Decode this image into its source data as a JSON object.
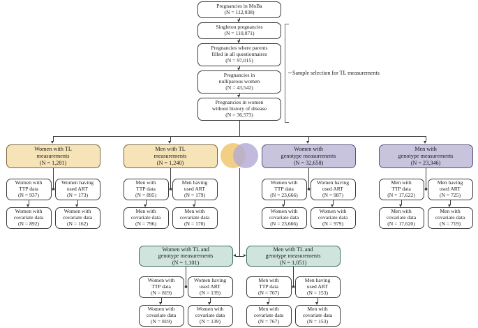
{
  "figure": {
    "type": "flowchart",
    "annotation": "Sample selection for TL measurements"
  },
  "pipeline": [
    {
      "lines": [
        "Pregnancies in MoBa",
        "(N = 112,038)"
      ]
    },
    {
      "lines": [
        "Singleton pregnancies",
        "(N = 110,071)"
      ]
    },
    {
      "lines": [
        "Pregnancies where parents",
        "filled in all questionnaires",
        "(N = 97,015)"
      ]
    },
    {
      "lines": [
        "Pregnancies in",
        "nulliparous women",
        "(N = 43,542)"
      ]
    },
    {
      "lines": [
        "Pregnancies in women",
        "without history of disease",
        "(N = 36,573)"
      ]
    }
  ],
  "groups": [
    {
      "id": "women-tl",
      "color": "tl",
      "header": [
        "Women with TL",
        "measurements",
        "(N = 1,281)"
      ],
      "ttp": [
        "Women with",
        "TTP data",
        "(N = 937)"
      ],
      "art": [
        "Women having",
        "used ART",
        "(N = 173)"
      ],
      "ttp_cov": [
        "Women with",
        "covariate data",
        "(N = 892)"
      ],
      "art_cov": [
        "Women with",
        "covariate data",
        "(N = 162)"
      ]
    },
    {
      "id": "men-tl",
      "color": "tl",
      "header": [
        "Men with TL",
        "measurements",
        "(N = 1,240)"
      ],
      "ttp": [
        "Men with",
        "TTP data",
        "(N = 895)"
      ],
      "art": [
        "Men having",
        "used ART",
        "(N = 179)"
      ],
      "ttp_cov": [
        "Men with",
        "covariate data",
        "(N = 796)"
      ],
      "art_cov": [
        "Men with",
        "covariate data",
        "(N = 170)"
      ]
    },
    {
      "id": "women-genotype",
      "color": "genotype",
      "header": [
        "Women with",
        "genotype measurements",
        "(N = 32,658)"
      ],
      "ttp": [
        "Women with",
        "TTP data",
        "(N = 23,666)"
      ],
      "art": [
        "Women having",
        "used ART",
        "(N = 987)"
      ],
      "ttp_cov": [
        "Women with",
        "covariate data",
        "(N = 23,666)"
      ],
      "art_cov": [
        "Women with",
        "covariate data",
        "(N = 979)"
      ]
    },
    {
      "id": "men-genotype",
      "color": "genotype",
      "header": [
        "Men with",
        "genotype measurements",
        "(N = 23,346)"
      ],
      "ttp": [
        "Men with",
        "TTP data",
        "(N = 17,622)"
      ],
      "art": [
        "Men having",
        "used ART",
        "(N = 725)"
      ],
      "ttp_cov": [
        "Men with",
        "covariate data",
        "(N = 17,620)"
      ],
      "art_cov": [
        "Men with",
        "covariate data",
        "(N = 719)"
      ]
    },
    {
      "id": "women-both",
      "color": "both",
      "header": [
        "Women with TL and",
        "genotype measurements",
        "(N = 1,101)"
      ],
      "ttp": [
        "Women with",
        "TTP data",
        "(N = 819)"
      ],
      "art": [
        "Women having",
        "used ART",
        "(N = 139)"
      ],
      "ttp_cov": [
        "Women with",
        "covariate data",
        "(N = 819)"
      ],
      "art_cov": [
        "Women with",
        "covariate data",
        "(N = 139)"
      ]
    },
    {
      "id": "men-both",
      "color": "both",
      "header": [
        "Men with TL and",
        "genotype measurements",
        "(N = 1,051)"
      ],
      "ttp": [
        "Men with",
        "TTP data",
        "(N = 767)"
      ],
      "art": [
        "Men having",
        "used ART",
        "(N = 153)"
      ],
      "ttp_cov": [
        "Men with",
        "covariate data",
        "(N = 767)"
      ],
      "art_cov": [
        "Men with",
        "covariate data",
        "(N = 153)"
      ]
    }
  ],
  "venn": {
    "left_color": "#f3cf86",
    "right_color": "#b3abd4",
    "overlap_color": "#cfe4dd"
  },
  "colors": {
    "tl": "#f6e4b8",
    "genotype": "#c9c4de",
    "both": "#cfe4dd",
    "line": "#3b3b3b"
  }
}
